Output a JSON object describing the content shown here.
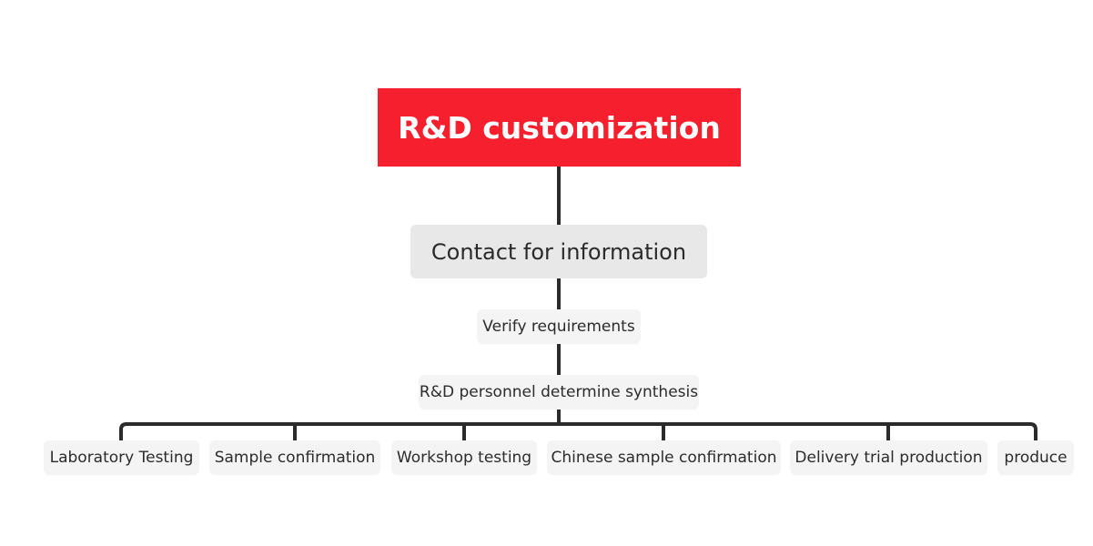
{
  "diagram": {
    "root": "R&D customization",
    "main_topic": "Contact for information",
    "steps": [
      "Verify requirements",
      "R&D personnel determine synthesis"
    ],
    "leaves": [
      "Laboratory Testing",
      "Sample confirmation",
      "Workshop testing",
      "Chinese sample confirmation",
      "Delivery trial production",
      "produce"
    ]
  },
  "colors": {
    "root_fill": "#f51f2e",
    "connector": "#2b2b2b",
    "main_topic_fill": "#e8e8e8",
    "sub_fill": "#f5f4f4"
  }
}
